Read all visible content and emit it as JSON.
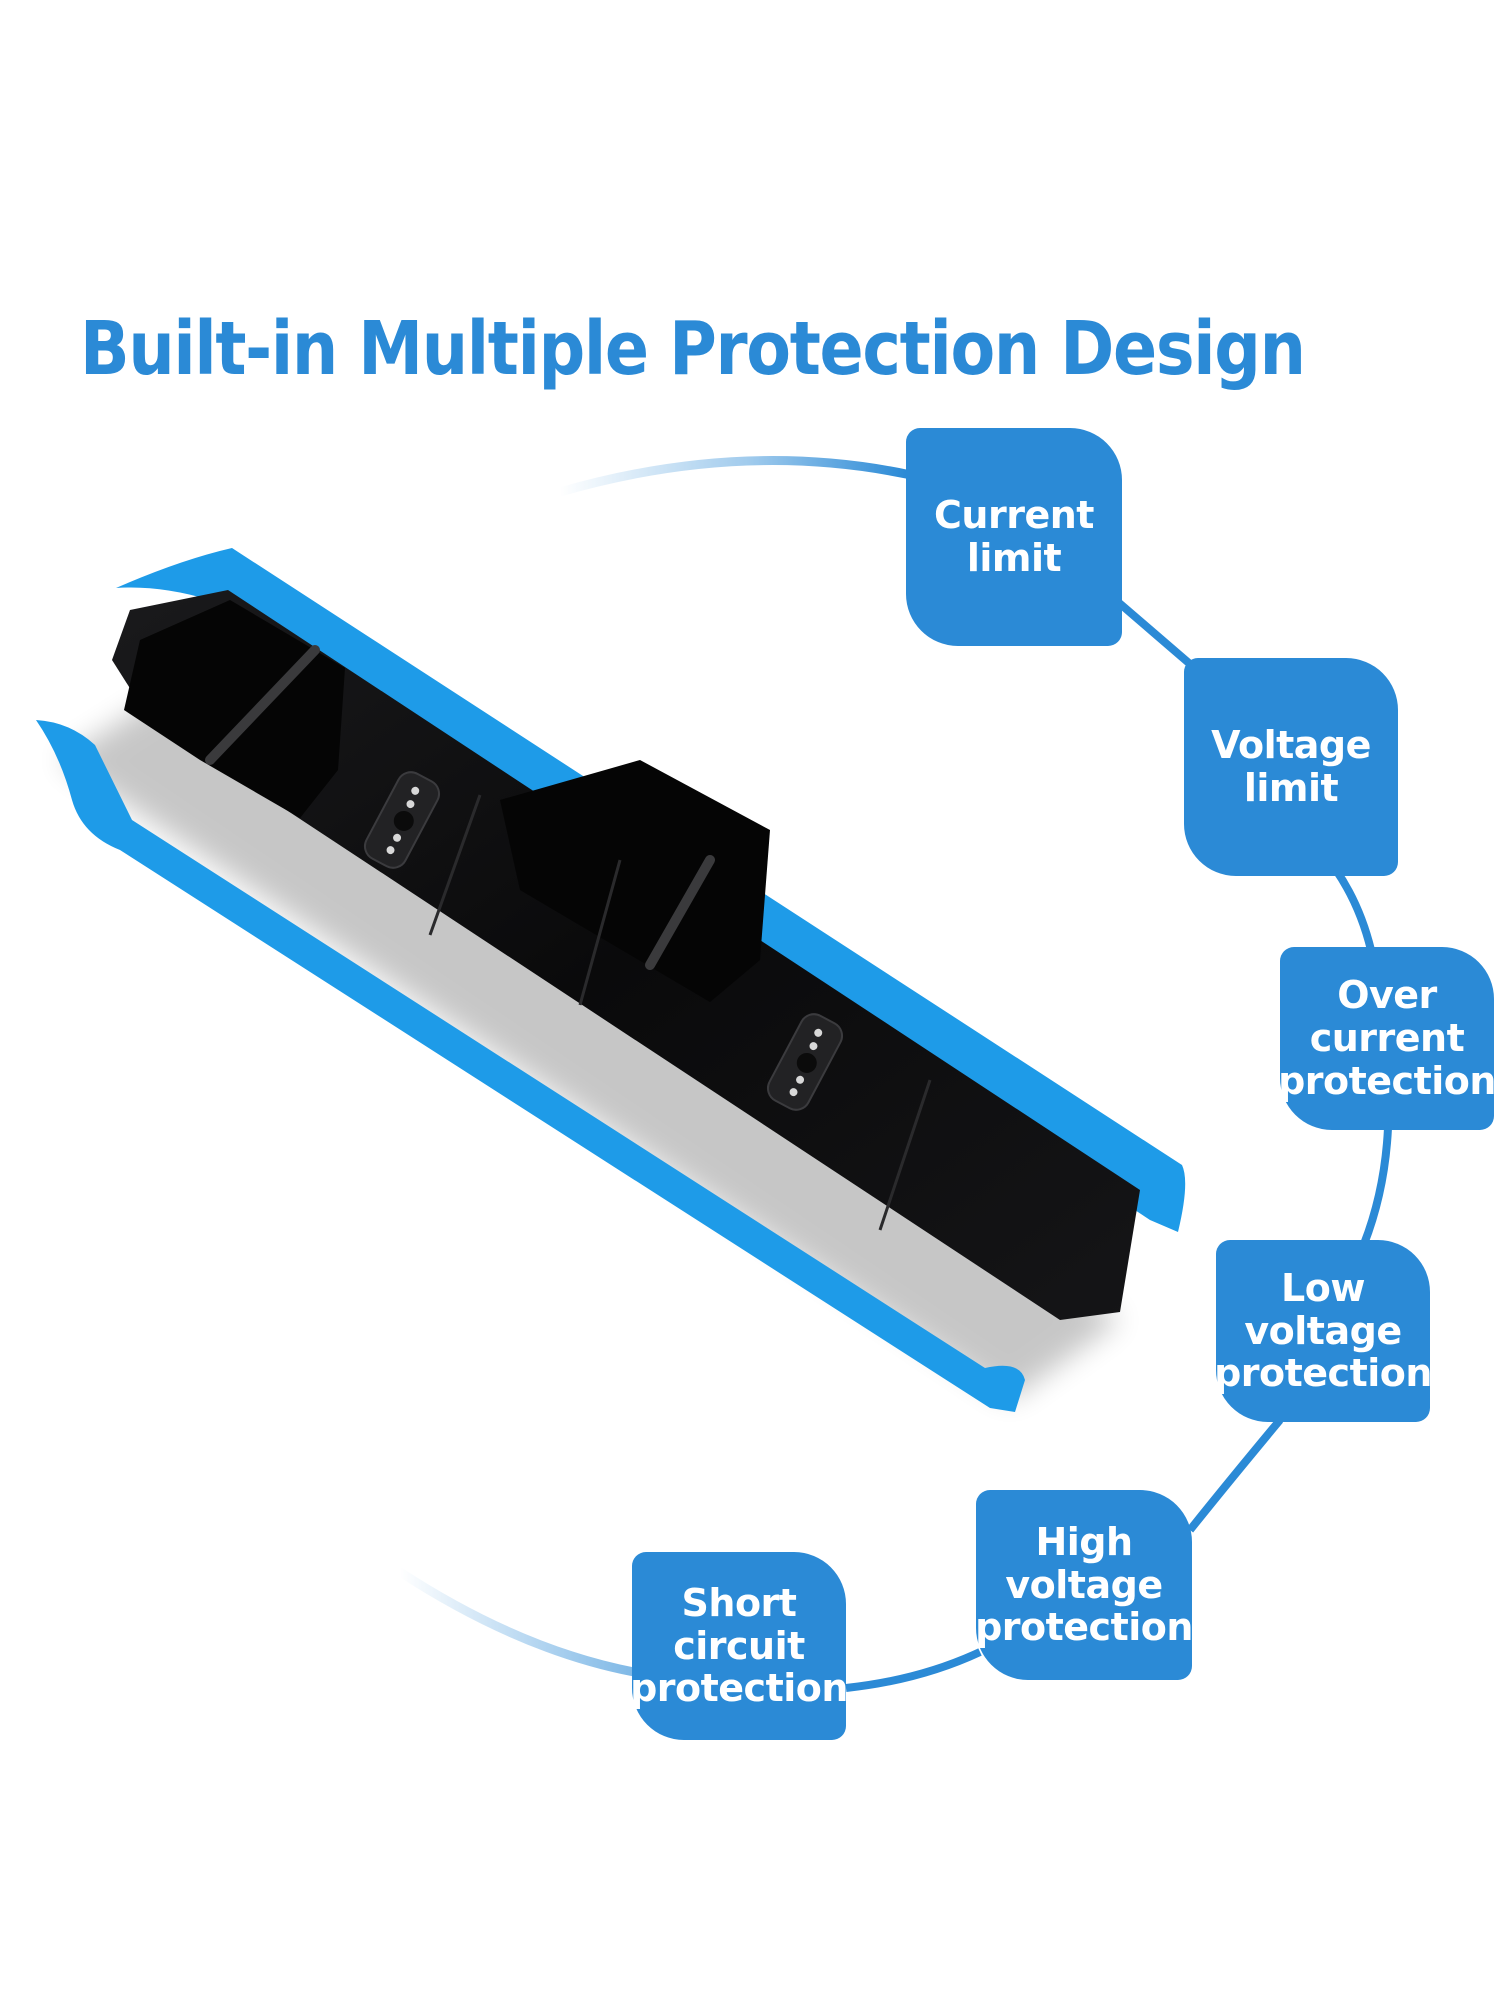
{
  "title": "Built-in Multiple Protection Design",
  "colors": {
    "accent": "#2B8AD6",
    "product_blue": "#1E9BE8",
    "product_black": "#0b0b0c",
    "background": "#ffffff"
  },
  "product": {
    "description": "Dual controller charging dock (black) with blue side panels",
    "charging_contacts": 2
  },
  "protections": [
    {
      "lines": [
        "Current",
        "limit"
      ]
    },
    {
      "lines": [
        "Voltage",
        "limit"
      ]
    },
    {
      "lines": [
        "Over",
        "current",
        "protection"
      ]
    },
    {
      "lines": [
        "Low",
        "voltage",
        "protection"
      ]
    },
    {
      "lines": [
        "High",
        "voltage",
        "protection"
      ]
    },
    {
      "lines": [
        "Short",
        "circuit",
        "protection"
      ]
    }
  ]
}
